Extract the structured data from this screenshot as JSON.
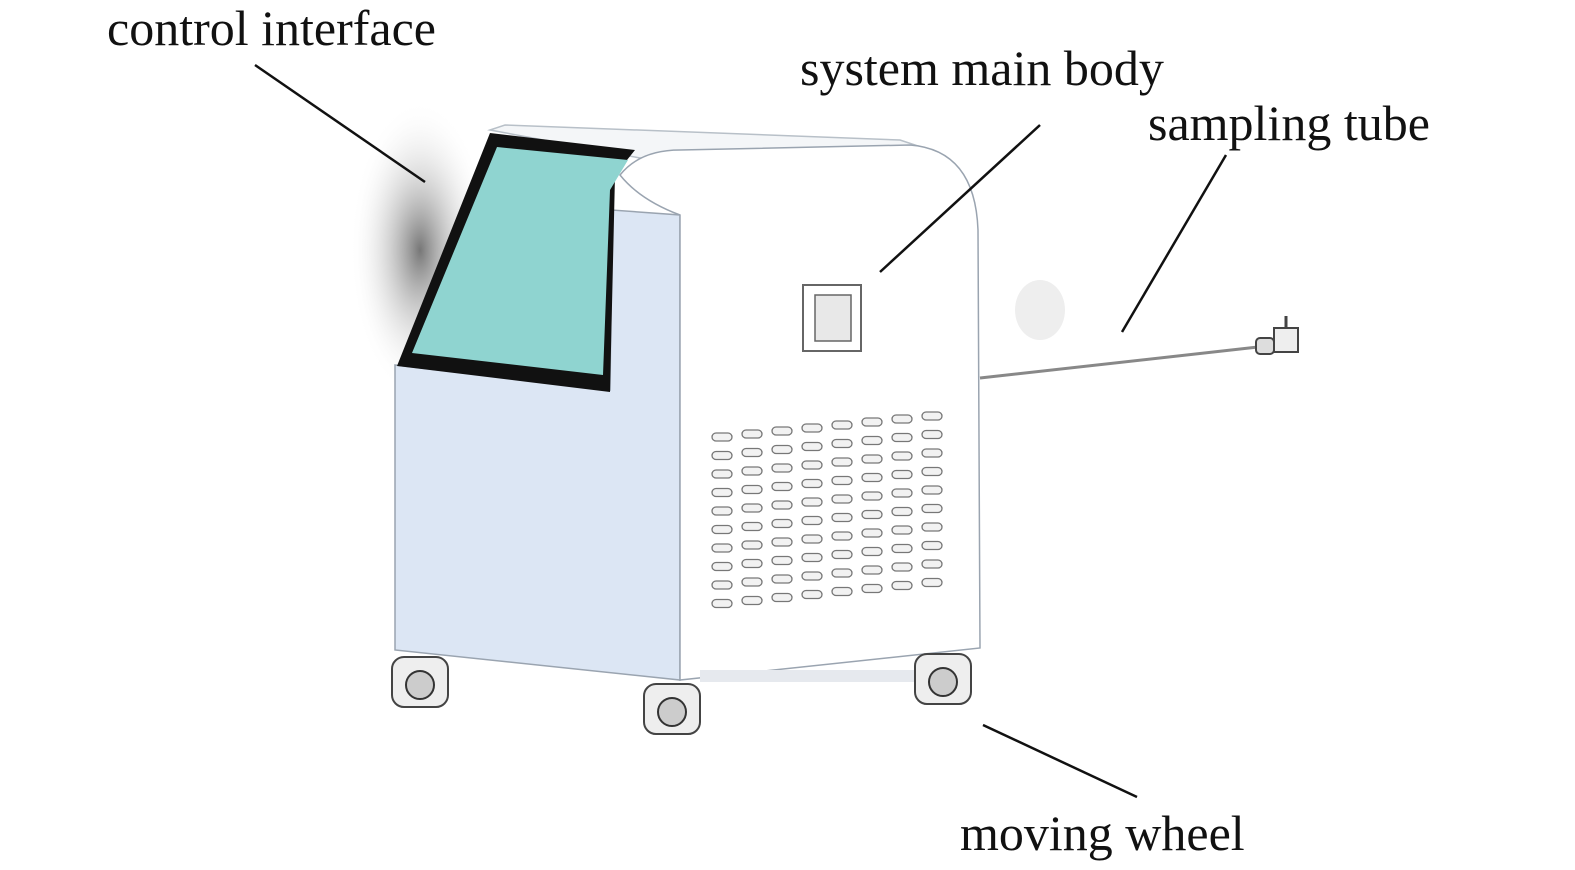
{
  "labels": {
    "control_interface": "control interface",
    "system_main_body": "system main body",
    "sampling_tube": "sampling tube",
    "moving_wheel": "moving wheel"
  },
  "colors": {
    "screen": "#8fd4d0",
    "screen_border": "#111111",
    "side_panel": "#dce6f4",
    "front_panel": "#ffffff",
    "outline": "#9aa4b0"
  },
  "vent_grid": {
    "columns": 8,
    "rows": 10
  }
}
